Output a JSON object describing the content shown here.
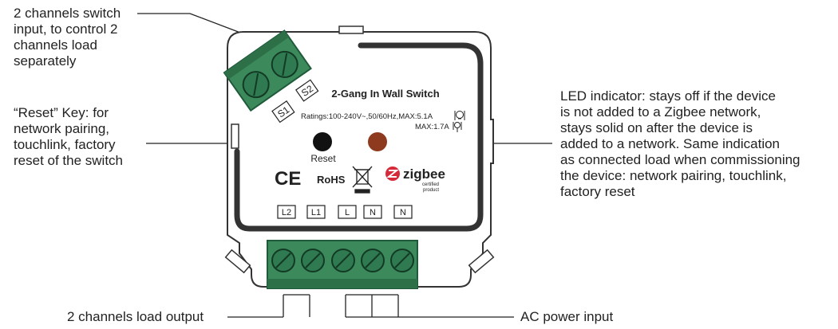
{
  "annotations": {
    "switch_input": "2 channels switch\ninput, to control 2\nchannels load\nseparately",
    "reset_key": "“Reset” Key: for\nnetwork pairing,\ntouchlink, factory\nreset of the switch",
    "led_indicator": "LED indicator: stays off if the device\nis not added to a Zigbee network,\nstays solid on after the device is\nadded to a network. Same indication\nas connected load when commissioning\nthe device:  network pairing, touchlink,\nfactory reset",
    "load_output": "2 channels load output",
    "ac_input": "AC power input"
  },
  "device": {
    "title": "2-Gang In Wall Switch",
    "ratings": "Ratings:100-240V~,50/60Hz,MAX:5.1A",
    "max_led": "MAX:1.7A",
    "reset_label": "Reset",
    "ce_mark": "CE",
    "rohs": "RoHS",
    "zigbee": "zigbee",
    "zigbee_sub1": "certified",
    "zigbee_sub2": "product",
    "switch_terminals": [
      "S1",
      "S2"
    ],
    "bottom_terminals": [
      "L2",
      "L1",
      "L",
      "N",
      "N"
    ]
  },
  "colors": {
    "terminal_green": "#3c8a5c",
    "terminal_dark": "#1f5a3a",
    "led": "#8e3a1e",
    "reset_button": "#111111",
    "zigbee_red": "#d62a3a"
  },
  "icons": [
    "bulb-icon",
    "weee-bin-icon",
    "zigbee-logo-icon"
  ]
}
